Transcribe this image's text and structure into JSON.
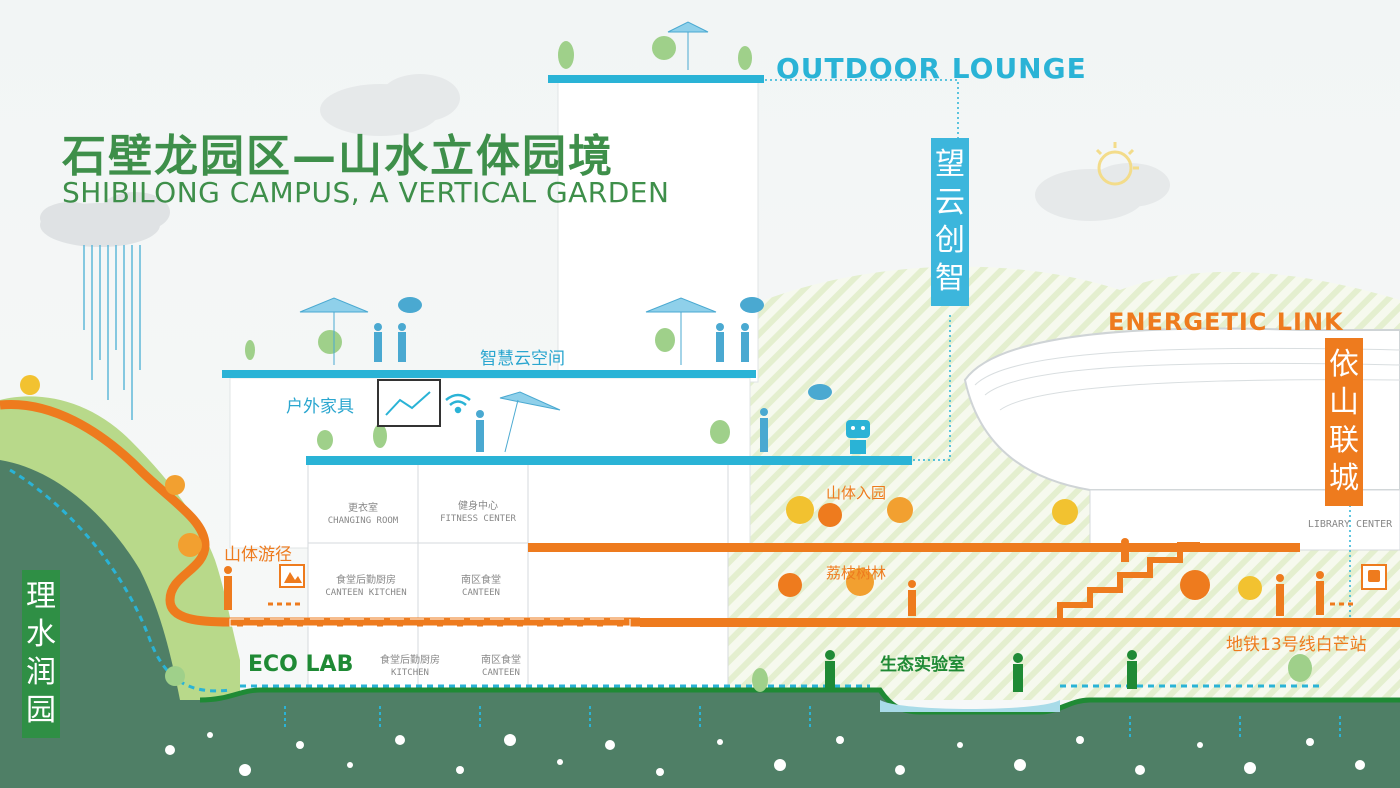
{
  "title": {
    "cn": "石壁龙园区—山水立体园境",
    "en": "SHIBILONG CAMPUS, A VERTICAL GARDEN"
  },
  "labels": {
    "outdoor_lounge": "OUTDOOR LOUNGE",
    "energetic_link": "ENERGETIC LINK",
    "eco_lab": "ECO LAB",
    "smart_cloud_space": "智慧云空间",
    "outdoor_furniture": "户外家具",
    "mountain_trail": "山体游径",
    "mountain_entrance": "山体入园",
    "lychee_forest": "荔枝树林",
    "eco_lab_cn": "生态实验室",
    "metro_station": "地铁13号线白芒站"
  },
  "vertical_tags": {
    "cloud_wisdom": [
      "望",
      "云",
      "创",
      "智"
    ],
    "mountain_city": [
      "依",
      "山",
      "联",
      "城"
    ],
    "water_garden": [
      "理",
      "水",
      "润",
      "园"
    ]
  },
  "rooms": {
    "changing_room": {
      "cn": "更衣室",
      "en": "CHANGING ROOM"
    },
    "fitness_center": {
      "cn": "健身中心",
      "en": "FITNESS CENTER"
    },
    "canteen_kitchen": {
      "cn": "食堂后勤厨房",
      "en": "CANTEEN KITCHEN"
    },
    "south_canteen": {
      "cn": "南区食堂",
      "en": "CANTEEN"
    },
    "canteen_kitchen_2": {
      "cn": "食堂后勤厨房",
      "en": "KITCHEN"
    },
    "south_canteen_2": {
      "cn": "南区食堂",
      "en": "CANTEEN"
    },
    "library_center": {
      "en": "LIBRARY CENTER"
    }
  },
  "colors": {
    "accent_blue": "#2ab3d6",
    "accent_orange": "#ee7b1e",
    "accent_green": "#3e8f4a",
    "ground": "#4f7f66"
  },
  "icons": [
    "mountain-icon",
    "metro-icon",
    "wifi-icon",
    "cloud-icon",
    "sun-icon",
    "robot-icon"
  ]
}
